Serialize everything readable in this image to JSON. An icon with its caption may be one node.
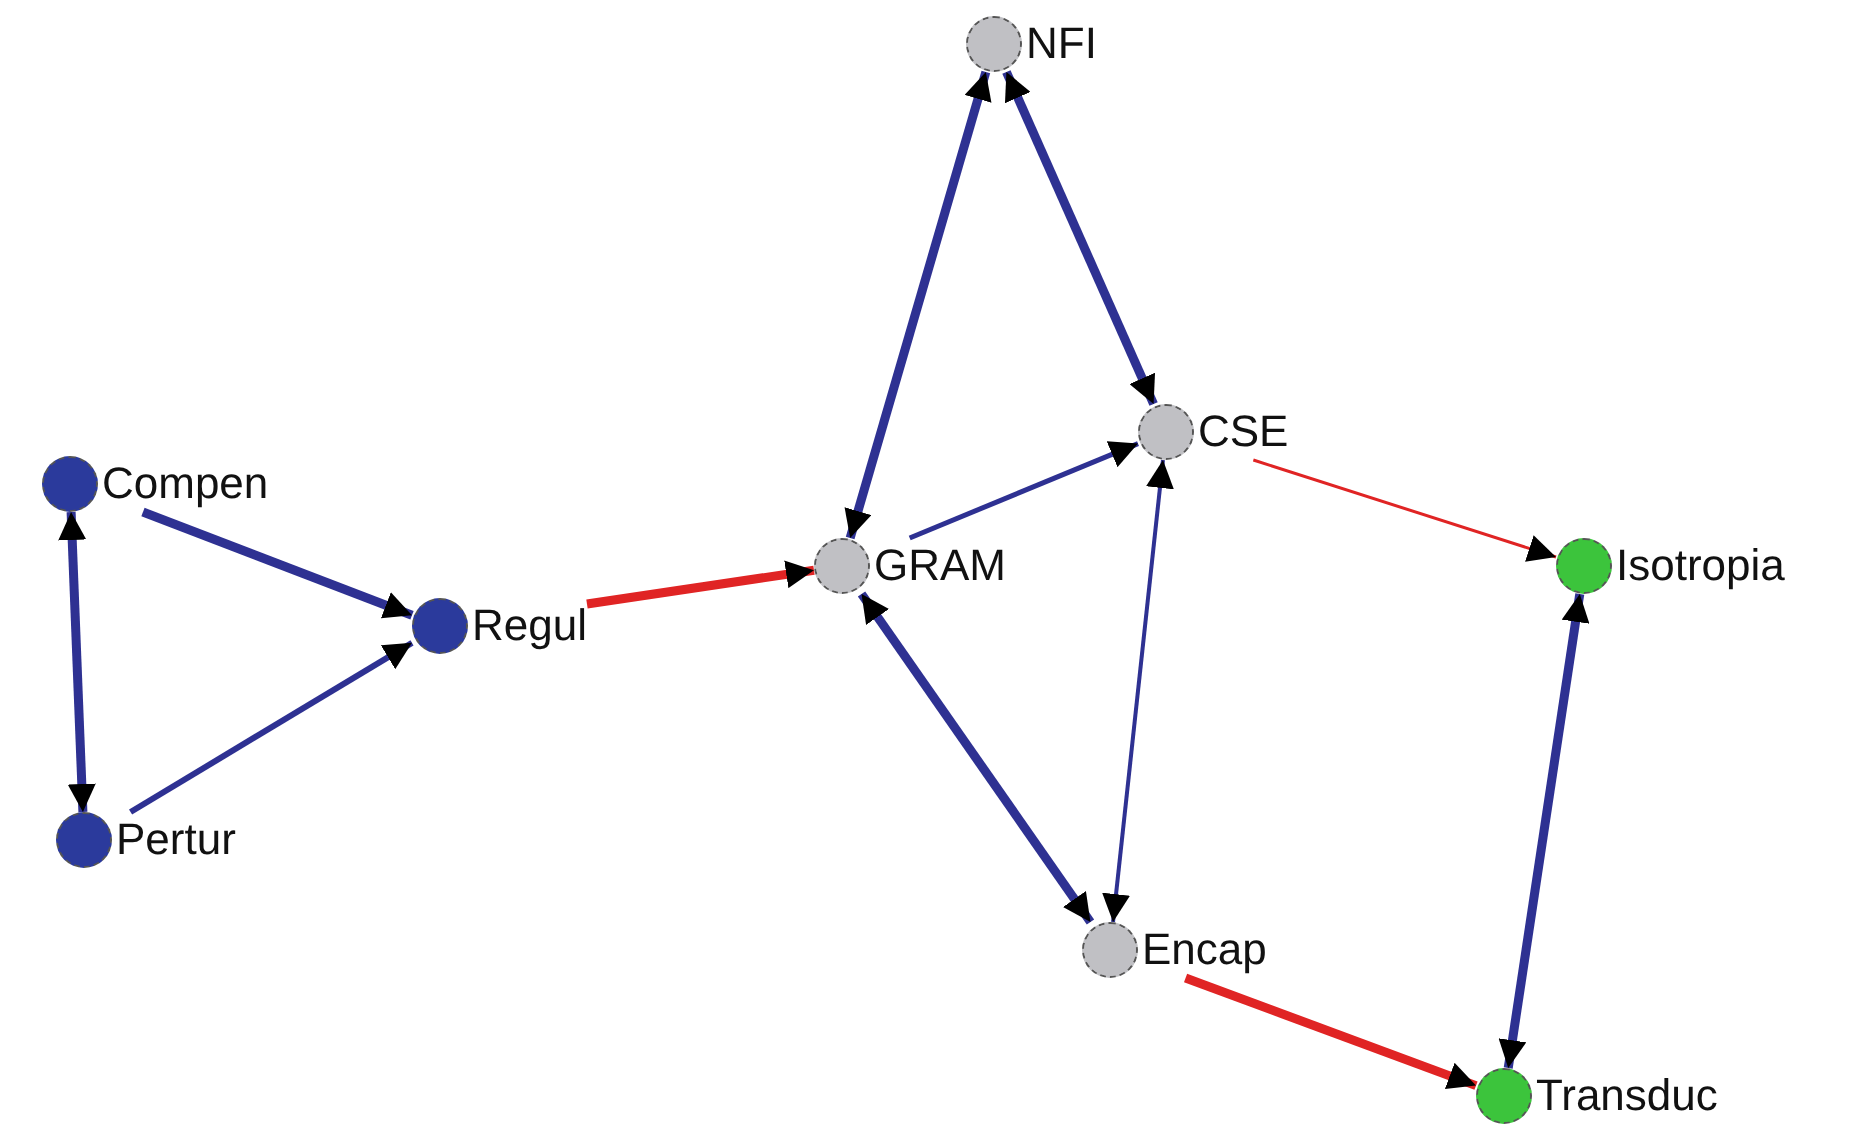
{
  "diagram": {
    "nodes": [
      {
        "text": [
          "NFI"
        ]
      },
      {
        "text": [
          "CSE"
        ]
      },
      {
        "text": [
          "Compen"
        ]
      },
      {
        "text": [
          "GRAM"
        ]
      },
      {
        "text": [
          "Isotropia"
        ]
      },
      {
        "text": [
          "Regul"
        ]
      },
      {
        "text": [
          "Pertur"
        ]
      },
      {
        "text": [
          "Encap"
        ]
      },
      {
        "text": [
          "Transduc"
        ]
      }
    ],
    "edges": [
      {
        "from": 2,
        "to": 6,
        "arrow": "both"
      },
      {
        "from": 2,
        "to": 5,
        "arrow": "to"
      },
      {
        "from": 6,
        "to": 5,
        "arrow": "to"
      },
      {
        "from": 5,
        "to": 3,
        "arrow": "to",
        "color": "#e02424"
      },
      {
        "from": 0,
        "to": 3,
        "arrow": "both"
      },
      {
        "from": 0,
        "to": 1,
        "arrow": "both"
      },
      {
        "from": 3,
        "to": 1,
        "arrow": "to"
      },
      {
        "from": 1,
        "to": 7,
        "arrow": "both"
      },
      {
        "from": 3,
        "to": 7,
        "arrow": "both"
      },
      {
        "from": 1,
        "to": 4,
        "arrow": "to",
        "color": "#e02424"
      },
      {
        "from": 4,
        "to": 8,
        "arrow": "both"
      },
      {
        "from": 7,
        "to": 8,
        "arrow": "to",
        "color": "#e02424"
      }
    ]
  }
}
